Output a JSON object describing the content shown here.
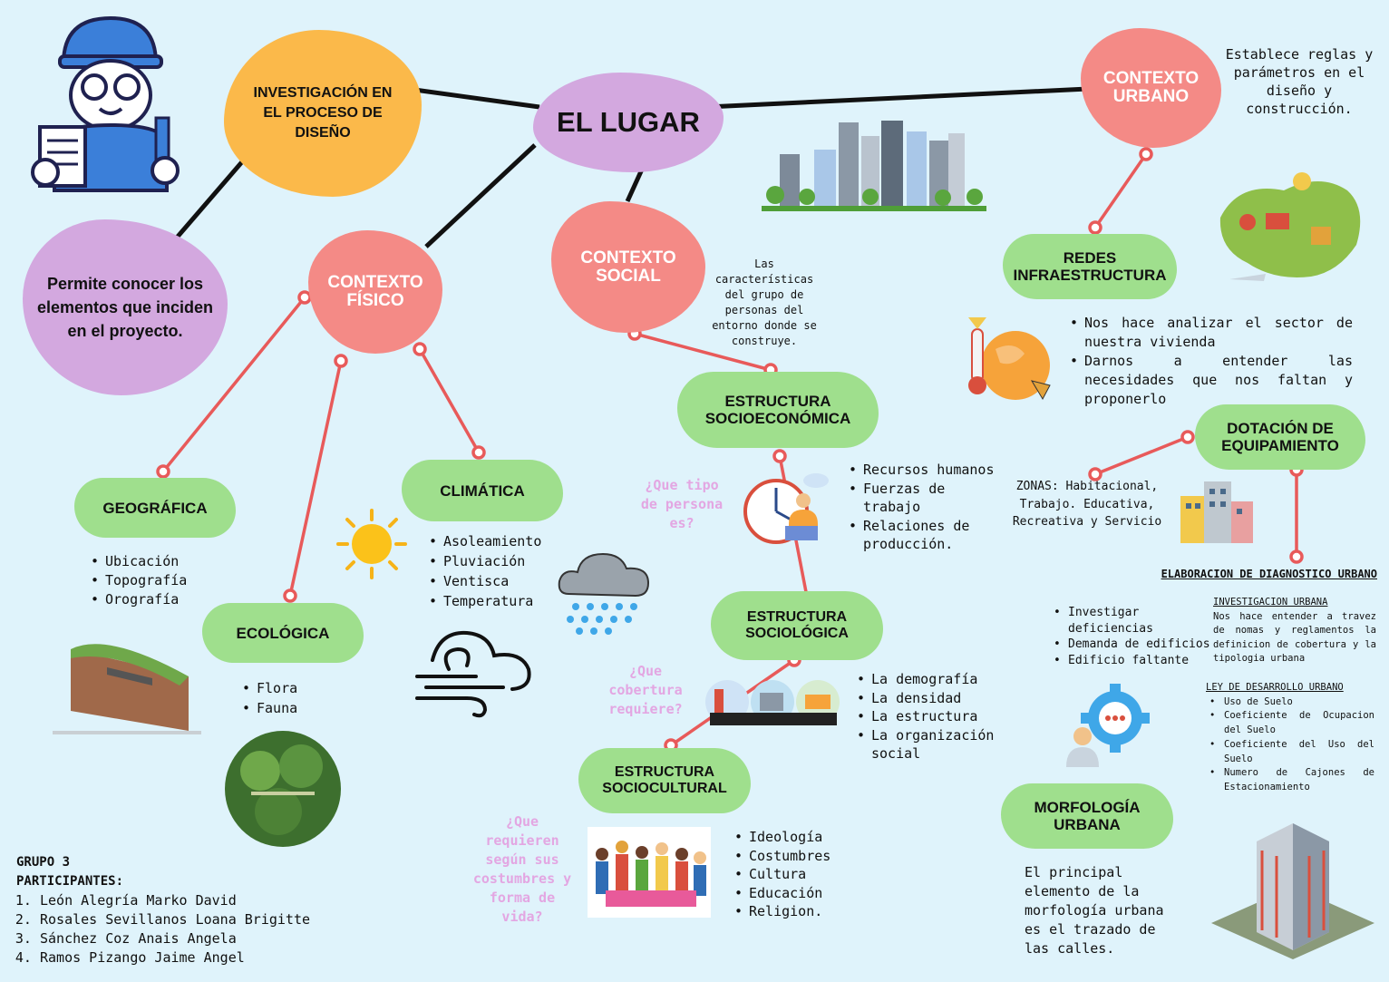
{
  "central": "EL LUGAR",
  "investigacion": "INVESTIGACIÓN EN EL PROCESO DE DISEÑO",
  "permite": "Permite conocer los elementos que inciden en el proyecto.",
  "contexto_fisico": {
    "title": "CONTEXTO FÍSICO",
    "geografica": {
      "title": "GEOGRÁFICA",
      "items": [
        "Ubicación",
        "Topografía",
        "Orografía"
      ]
    },
    "ecologica": {
      "title": "ECOLÓGICA",
      "items": [
        "Flora",
        "Fauna"
      ]
    },
    "climatica": {
      "title": "CLIMÁTICA",
      "items": [
        "Asoleamiento",
        "Pluviación",
        "Ventisca",
        "Temperatura"
      ]
    }
  },
  "contexto_social": {
    "title": "CONTEXTO SOCIAL",
    "desc": "Las características del grupo de personas del entorno donde se construye.",
    "socioeconomica": {
      "title": "ESTRUCTURA SOCIOECONÓMICA",
      "question": "¿Que tipo de persona es?",
      "items": [
        "Recursos humanos",
        "Fuerzas de trabajo",
        "Relaciones de producción."
      ]
    },
    "sociologica": {
      "title": "ESTRUCTURA SOCIOLÓGICA",
      "question": "¿Que cobertura requiere?",
      "items": [
        "La demografía",
        "La densidad",
        "La estructura",
        "La organización social"
      ]
    },
    "sociocultural": {
      "title": "ESTRUCTURA SOCIOCULTURAL",
      "question": "¿Que requieren según sus costumbres y forma de vida?",
      "items": [
        "Ideología",
        "Costumbres",
        "Cultura",
        "Educación",
        "Religion."
      ]
    }
  },
  "contexto_urbano": {
    "title": "CONTEXTO URBANO",
    "desc": "Establece reglas y parámetros en el diseño y construcción.",
    "redes": {
      "title": "REDES INFRAESTRUCTURA",
      "items": [
        "Nos hace analizar el sector de nuestra vivienda",
        "Darnos a entender las necesidades que nos faltan y proponerlo"
      ]
    },
    "dotacion": {
      "title": "DOTACIÓN DE EQUIPAMIENTO",
      "zonas": "ZONAS: Habitacional, Trabajo. Educativa, Recreativa y Servicio"
    },
    "diagnostico": {
      "title": "ELABORACION DE DIAGNOSTICO URBANO",
      "items": [
        "Investigar deficiencias",
        "Demanda de edificios",
        "Edificio faltante"
      ],
      "investigacion_title": "INVESTIGACION URBANA",
      "investigacion_text": "Nos hace entender a travez de nomas y reglamentos la definicion de cobertura y la tipologia urbana",
      "ley_title": "LEY DE DESARROLLO URBANO",
      "ley_items": [
        "Uso de Suelo",
        "Coeficiente de Ocupacion del Suelo",
        "Coeficiente del Uso del Suelo",
        "Numero de Cajones de Estacionamiento"
      ]
    },
    "morfologia": {
      "title": "MORFOLOGÍA URBANA",
      "text": "El principal elemento de la morfología urbana es el trazado de las calles."
    }
  },
  "grupo": {
    "title": "GRUPO 3",
    "subtitle": "PARTICIPANTES:",
    "members": [
      "León Alegría Marko David",
      "Rosales Sevillanos Loana Brigitte",
      "Sánchez Coz Anais Angela",
      "Ramos Pizango Jaime Angel"
    ]
  },
  "colors": {
    "background": "#dff3fb",
    "pink": "#f48a86",
    "green": "#9fdf8d",
    "purple": "#d3a8df",
    "orange": "#fbb94a",
    "connector": "#e85a5a",
    "question": "#e3a6e2"
  },
  "icons": [
    "engineer-icon",
    "city-skyline-icon",
    "map-icon",
    "globe-thermometer-icon",
    "sun-icon",
    "rain-cloud-icon",
    "wind-icon",
    "worker-laptop-icon",
    "town-icon",
    "crowd-icon",
    "buildings-icon",
    "gear-chat-icon",
    "tower-building-icon",
    "landscape-icon",
    "forest-icon"
  ]
}
